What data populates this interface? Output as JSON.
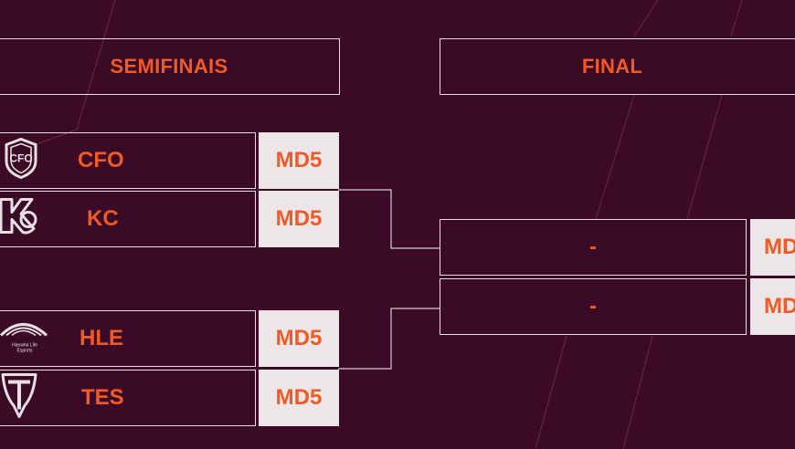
{
  "headers": {
    "semifinals": "SEMIFINAIS",
    "final": "FINAL"
  },
  "semifinals": [
    {
      "team": "CFO",
      "score": "MD5",
      "logo": "cfo-logo-icon"
    },
    {
      "team": "KC",
      "score": "MD5",
      "logo": "kc-logo-icon"
    },
    {
      "team": "HLE",
      "score": "MD5",
      "logo": "hle-logo-icon",
      "logo_text": "Hanwha Life Esports"
    },
    {
      "team": "TES",
      "score": "MD5",
      "logo": "tes-logo-icon"
    }
  ],
  "final": [
    {
      "team": "-",
      "score": "MD"
    },
    {
      "team": "-",
      "score": "MD"
    }
  ],
  "colors": {
    "background": "#3a0a26",
    "accent": "#f15a24",
    "border": "#e9e0e4",
    "score_bg": "#ece6e8"
  }
}
